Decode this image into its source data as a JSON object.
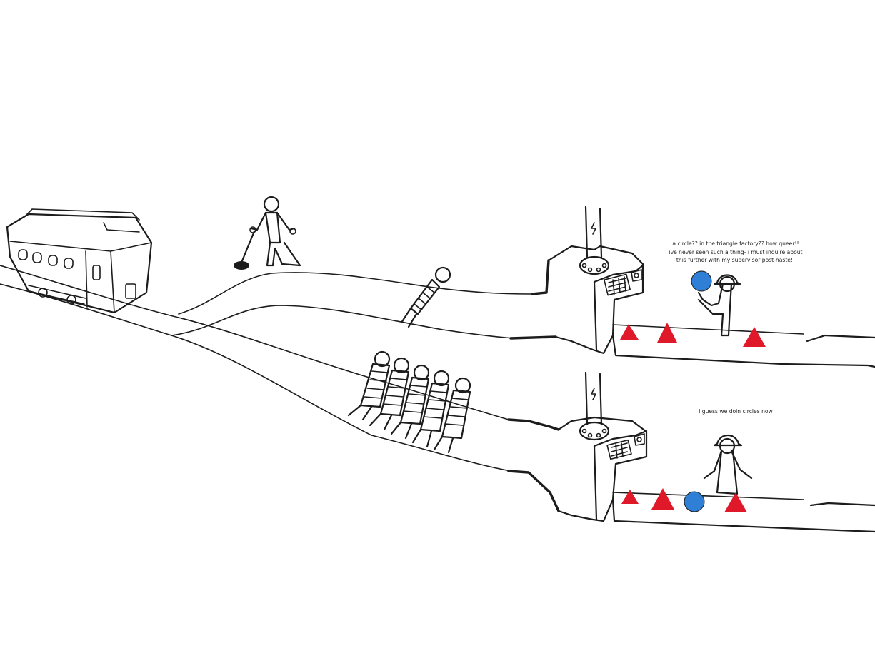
{
  "captions": {
    "top": [
      "a circle?? in the triangle factory?? how queer!!",
      "ive never seen such a thing- i must inquire about",
      "this further with my supervisor post-haste!!"
    ],
    "bottom": "i guess we doin circles now"
  },
  "colors": {
    "triangle": "#e0192a",
    "circle": "#2f7fd6",
    "ink": "#1c1c1c",
    "background": "#ffffff"
  },
  "icons": {
    "lever": "lever-icon",
    "lightning": "lightning-icon"
  }
}
